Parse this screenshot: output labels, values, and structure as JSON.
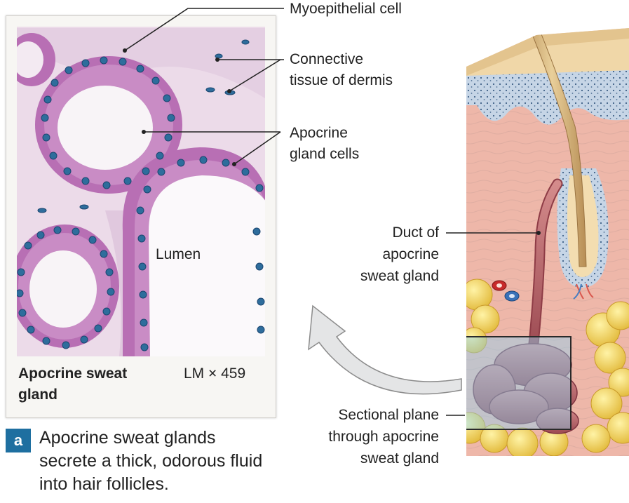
{
  "photo": {
    "caption": "Apocrine sweat gland",
    "magnification": "LM × 459",
    "lumen_label": "Lumen"
  },
  "labels": {
    "myoepithelial": "Myoepithelial cell",
    "connective_1": "Connective",
    "connective_2": "tissue of dermis",
    "apocrine_cells_1": "Apocrine",
    "apocrine_cells_2": "gland cells",
    "duct_1": "Duct of",
    "duct_2": "apocrine",
    "duct_3": "sweat gland",
    "plane_1": "Sectional plane",
    "plane_2": "through apocrine",
    "plane_3": "sweat gland"
  },
  "panel": {
    "letter": "a",
    "description": "Apocrine sweat glands secrete a thick, odorous fluid into hair follicles."
  }
}
